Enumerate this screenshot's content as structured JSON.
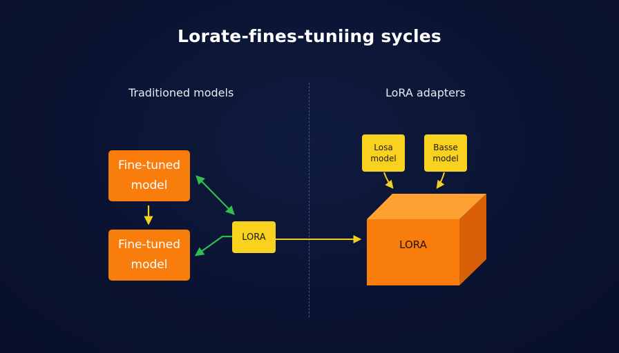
{
  "title": "Lorate-fines-tuniing sycles",
  "sections": {
    "left_label": "Traditioned models",
    "right_label": "LoRA adapters"
  },
  "left": {
    "box_top": "Fine-tuned model",
    "box_bottom": "Fine-tuned model",
    "lora_box": "LORA"
  },
  "right": {
    "tag_left": "Losa model",
    "tag_right": "Basse model",
    "cube_label": "LORA"
  },
  "colors": {
    "background": "#0b1535",
    "orange": "#f97d0c",
    "yellow": "#f8d21e",
    "green_arrow": "#2fbf4f",
    "yellow_arrow": "#f0d020",
    "divider": "#3a5a9a"
  }
}
